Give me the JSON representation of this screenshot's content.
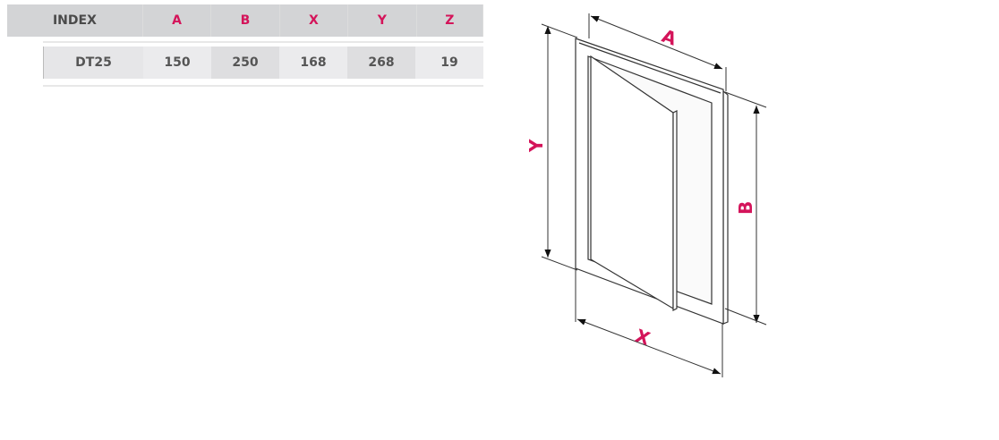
{
  "table": {
    "headers": [
      "INDEX",
      "A",
      "B",
      "X",
      "Y",
      "Z"
    ],
    "rows": [
      [
        "DT25",
        "150",
        "250",
        "168",
        "268",
        "19"
      ]
    ]
  },
  "diagram": {
    "labels": {
      "a": "A",
      "b": "B",
      "x": "X",
      "y": "Y"
    }
  },
  "colors": {
    "accent": "#d4145a",
    "header_bg": "#d3d4d6"
  }
}
